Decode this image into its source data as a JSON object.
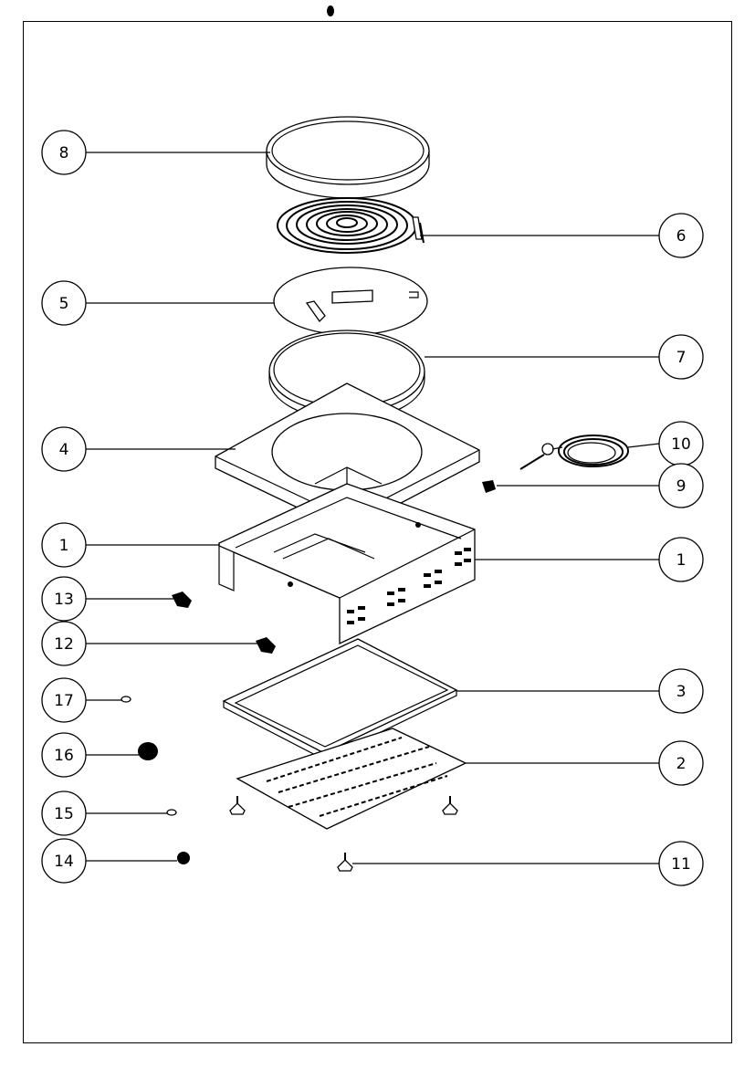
{
  "callouts": {
    "c8": "8",
    "c6": "6",
    "c5": "5",
    "c7": "7",
    "c4": "4",
    "c10": "10",
    "c9": "9",
    "c1a": "1",
    "c1b": "1",
    "c13": "13",
    "c12": "12",
    "c3": "3",
    "c17": "17",
    "c16": "16",
    "c2": "2",
    "c15": "15",
    "c14": "14",
    "c11": "11"
  },
  "colors": {
    "line": "#000000",
    "background": "#ffffff"
  }
}
